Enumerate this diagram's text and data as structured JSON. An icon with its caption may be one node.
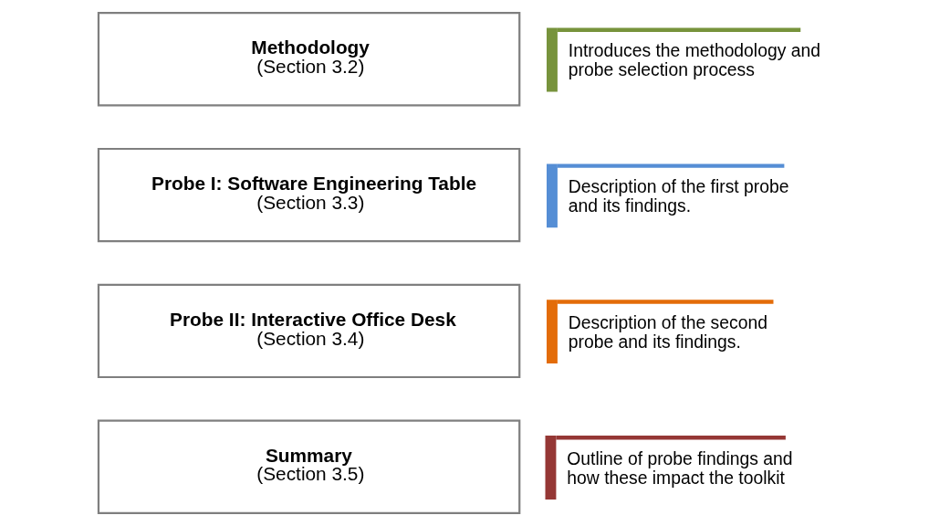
{
  "diagram": {
    "nodes": [
      {
        "text": [
          "Methodology",
          "(Section 3.2)"
        ],
        "beside": [
          "Introduces the methodology and probe selection process"
        ]
      },
      {
        "text": [
          "Probe I: Software Engineering Table",
          "(Section 3.3)"
        ],
        "beside": [
          "Description of the first probe and its findings."
        ]
      },
      {
        "text": [
          "Probe II: Interactive Office Desk",
          "(Section 3.4)"
        ],
        "beside": [
          "Description of the second probe and its findings."
        ]
      },
      {
        "text": [
          "Summary",
          "(Section 3.5)"
        ],
        "beside": [
          "Outline of probe findings and how these impact the toolkit"
        ]
      }
    ]
  }
}
